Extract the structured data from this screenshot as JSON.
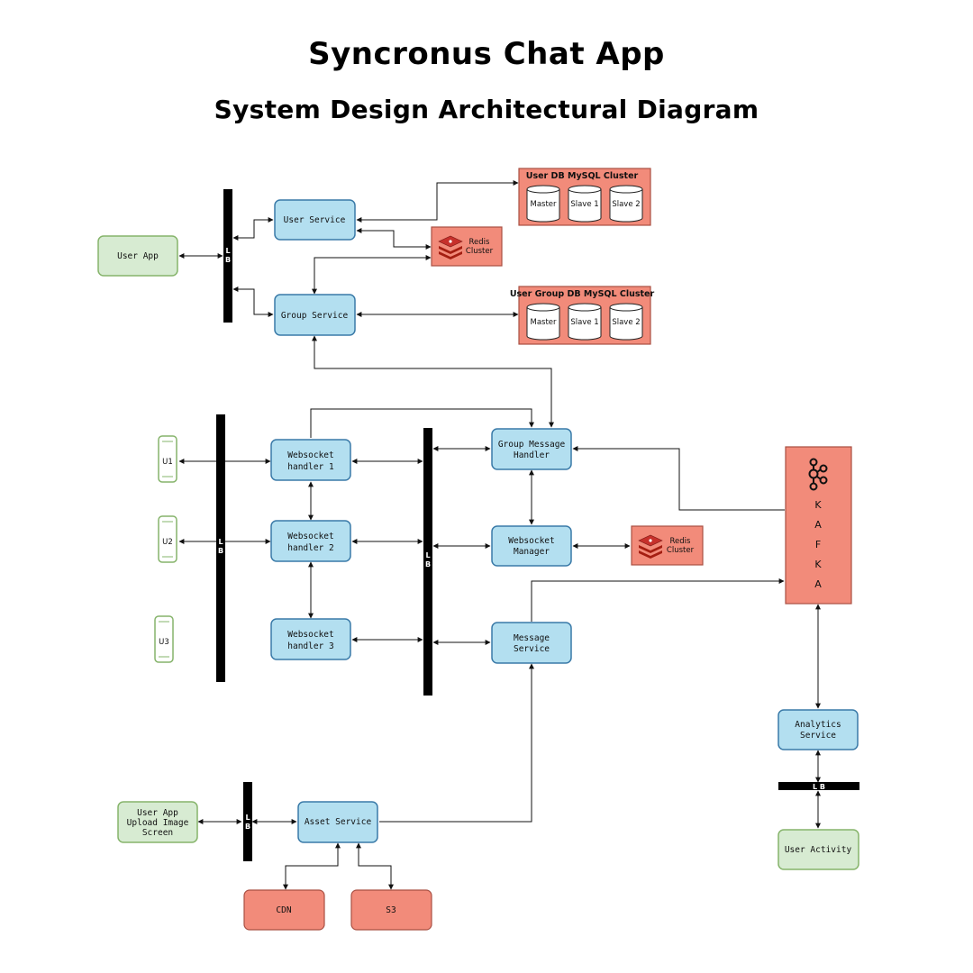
{
  "title": "Syncronus Chat App",
  "subtitle": "System Design Architectural Diagram",
  "nodes": {
    "user_app": "User App",
    "user_service": "User Service",
    "group_service": "Group Service",
    "user_db": {
      "title": "User DB MySQL Cluster",
      "master": "Master",
      "slave1": "Slave 1",
      "slave2": "Slave 2"
    },
    "user_group_db": {
      "title": "User Group DB MySQL Cluster",
      "master": "Master",
      "slave1": "Slave 1",
      "slave2": "Slave 2"
    },
    "redis_top": {
      "line1": "Redis",
      "line2": "Cluster"
    },
    "redis_mid": {
      "line1": "Redis",
      "line2": "Cluster"
    },
    "u1": "U1",
    "u2": "U2",
    "u3": "U3",
    "ws1": {
      "line1": "Websocket",
      "line2": "handler 1"
    },
    "ws2": {
      "line1": "Websocket",
      "line2": "handler 2"
    },
    "ws3": {
      "line1": "Websocket",
      "line2": "handler 3"
    },
    "group_msg_handler": {
      "line1": "Group Message",
      "line2": "Handler"
    },
    "ws_manager": {
      "line1": "Websocket",
      "line2": "Manager"
    },
    "message_service": {
      "line1": "Message",
      "line2": "Service"
    },
    "kafka": [
      "K",
      "A",
      "F",
      "K",
      "A"
    ],
    "analytics": {
      "line1": "Analytics",
      "line2": "Service"
    },
    "user_activity": "User Activity",
    "upload_app": {
      "line1": "User App",
      "line2": "Upload Image",
      "line3": "Screen"
    },
    "asset_service": "Asset Service",
    "cdn": "CDN",
    "s3": "S3",
    "lb": {
      "l": "L",
      "b": "B",
      "lb": "L B"
    }
  },
  "colors": {
    "service": "#b3dff0",
    "client": "#d7ebd2",
    "storage": "#f28b7a",
    "lb": "#000000"
  }
}
